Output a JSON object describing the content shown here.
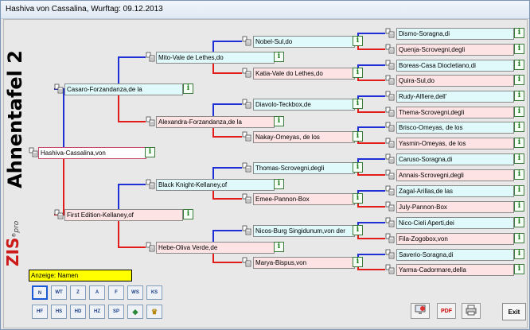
{
  "window": {
    "title": "Hashiva von Cassalina, Wurftag: 09.12.2013"
  },
  "side_title": "Ahnentafel 2",
  "logo": {
    "brand": "ZIS",
    "suffix": "pro",
    "reg": "®"
  },
  "root": {
    "name": "Hashiva-Cassalina,von"
  },
  "gen1": [
    {
      "name": "Casaro-Forzandanza,de la",
      "sex": "m"
    },
    {
      "name": "First Edition-Kellaney,of",
      "sex": "f"
    }
  ],
  "gen2": [
    {
      "name": "Mito-Vale de Lethes,do",
      "sex": "m"
    },
    {
      "name": "Alexandra-Forzandanza,de la",
      "sex": "f"
    },
    {
      "name": "Black Knight-Kellaney,of",
      "sex": "m"
    },
    {
      "name": "Hebe-Oliva Verde,de",
      "sex": "f"
    }
  ],
  "gen3": [
    {
      "name": "Nobel-Sul,do",
      "sex": "m"
    },
    {
      "name": "Katia-Vale do Lethes,do",
      "sex": "f"
    },
    {
      "name": "Diavolo-Teckbox,de",
      "sex": "m"
    },
    {
      "name": "Nakay-Omeyas, de los",
      "sex": "f"
    },
    {
      "name": "Thomas-Scrovegni,degli",
      "sex": "m"
    },
    {
      "name": "Emee-Pannon-Box",
      "sex": "f"
    },
    {
      "name": "Nicos-Burg Singidunum,von der",
      "sex": "m"
    },
    {
      "name": "Marya-Bispus,von",
      "sex": "f"
    }
  ],
  "gen4": [
    {
      "name": "Dismo-Soragna,di",
      "sex": "m"
    },
    {
      "name": "Quenja-Scrovegni,degli",
      "sex": "f"
    },
    {
      "name": "Boreas-Casa Diocletiano,di",
      "sex": "m"
    },
    {
      "name": "Quira-Sul,do",
      "sex": "f"
    },
    {
      "name": "Rudy-Alfiere,dell'",
      "sex": "m"
    },
    {
      "name": "Thema-Scrovegni,degli",
      "sex": "f"
    },
    {
      "name": "Brisco-Omeyas, de los",
      "sex": "m"
    },
    {
      "name": "Yasmin-Omeyas, de los",
      "sex": "f"
    },
    {
      "name": "Caruso-Soragna,di",
      "sex": "m"
    },
    {
      "name": "Annais-Scrovegni,degli",
      "sex": "f"
    },
    {
      "name": "Zagal-Arillas,de las",
      "sex": "m"
    },
    {
      "name": "July-Pannon-Box",
      "sex": "f"
    },
    {
      "name": "Nico-Cieli Aperti,dei",
      "sex": "m"
    },
    {
      "name": "Fila-Zogobox,von",
      "sex": "f"
    },
    {
      "name": "Saverio-Soragna,di",
      "sex": "m"
    },
    {
      "name": "Yarma-Cadormare,della",
      "sex": "f"
    }
  ],
  "info_glyph": "i",
  "anzeige": "Anzeige: Namen",
  "toolbar_row1": [
    "N",
    "WT",
    "Z",
    "A",
    "F",
    "WS",
    "KS"
  ],
  "toolbar_row2": [
    "HF",
    "HS",
    "HD",
    "HZ",
    "SP",
    "",
    ""
  ],
  "bottom_buttons": {
    "pc_icon": "pc-export-icon",
    "pdf_label": "PDF",
    "print_icon": "printer-icon"
  },
  "exit_label": "Exit",
  "colors": {
    "male_line": "#1f2fd6",
    "female_line": "#e21b1b",
    "male_box": "#e0fafc",
    "female_box": "#fde3e3"
  }
}
